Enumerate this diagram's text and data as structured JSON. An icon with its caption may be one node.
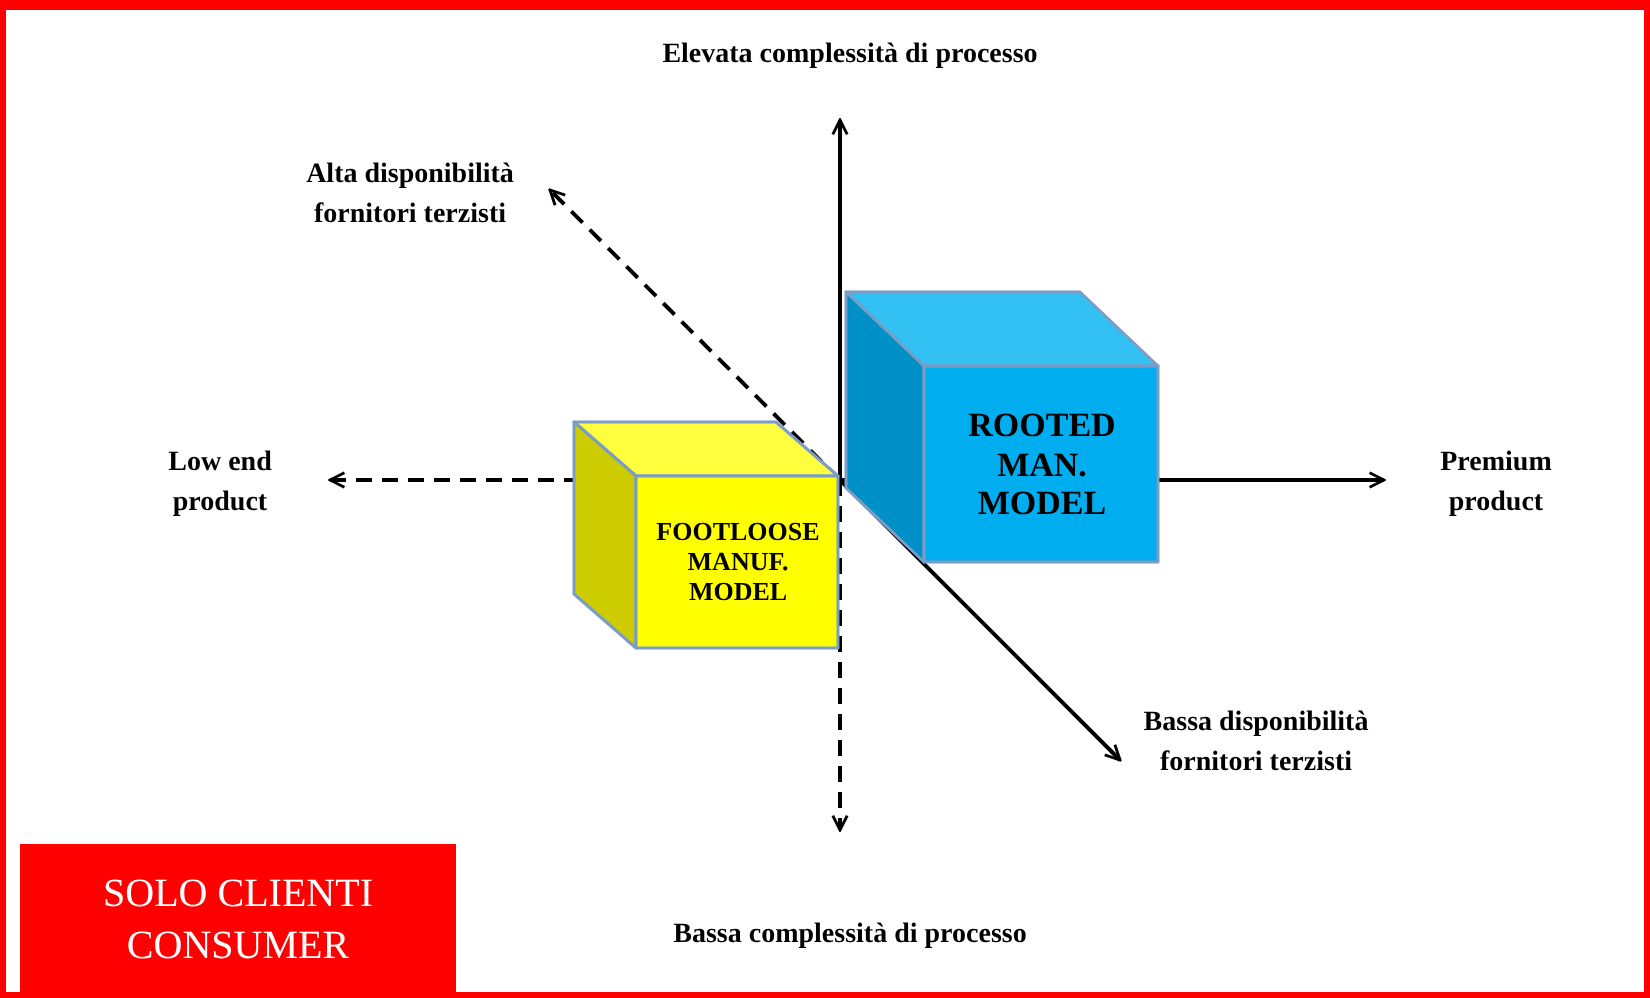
{
  "diagram": {
    "nodes": [
      {
        "text": [
          "ROOTED MAN. MODEL"
        ]
      },
      {
        "text": [
          "FOOTLOOSE MANUF. MODEL"
        ]
      },
      {
        "text": [
          "SOLO CLIENTI CONSUMER"
        ]
      }
    ],
    "labels": [
      "Elevata complessità di processo",
      "Alta disponibilità fornitori terzisti",
      "Low end product",
      "Premium product",
      "Bassa disponibilità fornitori terzisti",
      "Bassa complessità di processo"
    ]
  }
}
